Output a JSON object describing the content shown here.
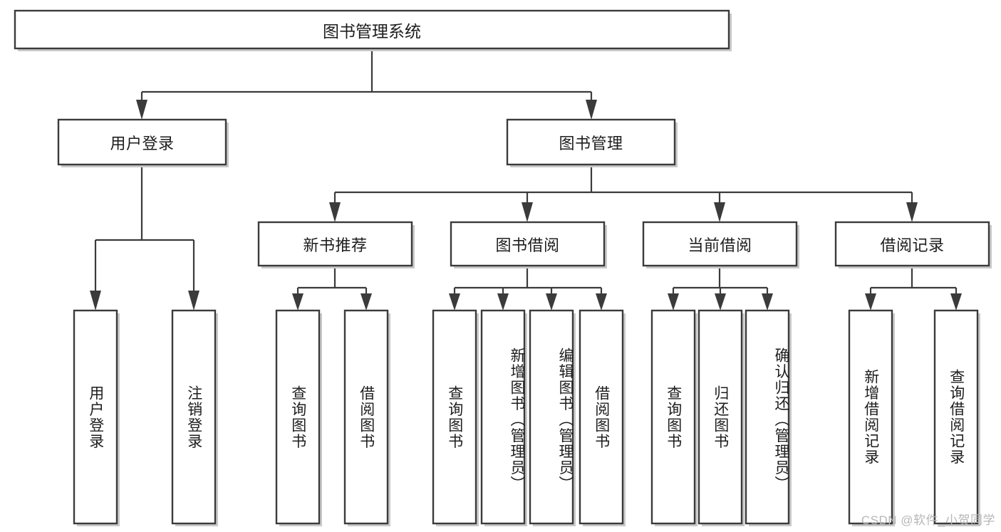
{
  "diagram": {
    "type": "tree-hierarchy-diagram",
    "title": "图书管理系统",
    "background_color": "#ffffff",
    "box_stroke_color": "#3b3b3b",
    "text_color": "#1d1d1d",
    "levels": {
      "root": [
        "图书管理系统"
      ],
      "level2": [
        "用户登录",
        "图书管理"
      ],
      "level3": [
        "新书推荐",
        "图书借阅",
        "当前借阅",
        "借阅记录"
      ],
      "leaves": [
        "用户登录",
        "注销登录",
        "查询图书",
        "借阅图书",
        "查询图书",
        "新增图书（管理员）",
        "编辑图书（管理员）",
        "借阅图书",
        "查询图书",
        "归还图书",
        "确认归还（管理员）",
        "新增借阅记录",
        "查询借阅记录"
      ]
    },
    "nodes": {
      "root": {
        "label": "图书管理系统"
      },
      "user_login": {
        "label": "用户登录"
      },
      "book_mgmt": {
        "label": "图书管理"
      },
      "new_book_rec": {
        "label": "新书推荐"
      },
      "book_borrow": {
        "label": "图书借阅"
      },
      "current_borrow": {
        "label": "当前借阅"
      },
      "borrow_record": {
        "label": "借阅记录"
      },
      "leaf_user_login": {
        "label": "用户登录"
      },
      "leaf_logout": {
        "label": "注销登录"
      },
      "leaf_query_book_1": {
        "label": "查询图书"
      },
      "leaf_borrow_book_1": {
        "label": "借阅图书"
      },
      "leaf_query_book_2": {
        "label": "查询图书"
      },
      "leaf_add_book": {
        "label": "新增图书（管理员）"
      },
      "leaf_edit_book": {
        "label": "编辑图书（管理员）"
      },
      "leaf_borrow_book_2": {
        "label": "借阅图书"
      },
      "leaf_query_book_3": {
        "label": "查询图书"
      },
      "leaf_return_book": {
        "label": "归还图书"
      },
      "leaf_confirm_return": {
        "label": "确认归还（管理员）"
      },
      "leaf_add_record": {
        "label": "新增借阅记录"
      },
      "leaf_query_record": {
        "label": "查询借阅记录"
      }
    },
    "edges": [
      {
        "from": "root",
        "to": "user_login"
      },
      {
        "from": "root",
        "to": "book_mgmt"
      },
      {
        "from": "user_login",
        "to": "leaf_user_login"
      },
      {
        "from": "user_login",
        "to": "leaf_logout"
      },
      {
        "from": "book_mgmt",
        "to": "new_book_rec"
      },
      {
        "from": "book_mgmt",
        "to": "book_borrow"
      },
      {
        "from": "book_mgmt",
        "to": "current_borrow"
      },
      {
        "from": "book_mgmt",
        "to": "borrow_record"
      },
      {
        "from": "new_book_rec",
        "to": "leaf_query_book_1"
      },
      {
        "from": "new_book_rec",
        "to": "leaf_borrow_book_1"
      },
      {
        "from": "book_borrow",
        "to": "leaf_query_book_2"
      },
      {
        "from": "book_borrow",
        "to": "leaf_add_book"
      },
      {
        "from": "book_borrow",
        "to": "leaf_edit_book"
      },
      {
        "from": "book_borrow",
        "to": "leaf_borrow_book_2"
      },
      {
        "from": "current_borrow",
        "to": "leaf_query_book_3"
      },
      {
        "from": "current_borrow",
        "to": "leaf_return_book"
      },
      {
        "from": "current_borrow",
        "to": "leaf_confirm_return"
      },
      {
        "from": "borrow_record",
        "to": "leaf_add_record"
      },
      {
        "from": "borrow_record",
        "to": "leaf_query_record"
      }
    ]
  },
  "watermark": {
    "text": "CSDN @软件_小贺同学",
    "color": "#b6b6b6"
  }
}
